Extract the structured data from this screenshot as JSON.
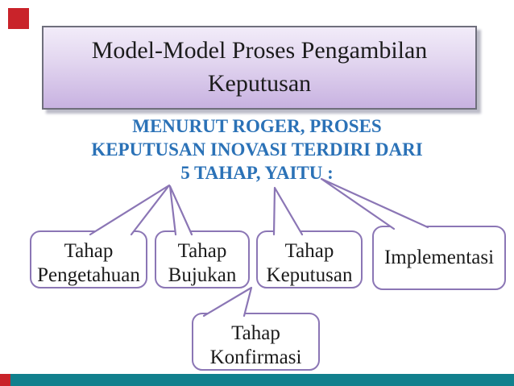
{
  "slide": {
    "title": {
      "lines": [
        "Model-Model Proses Pengambilan",
        "Keputusan"
      ]
    },
    "heading": {
      "lines": [
        "MENURUT ROGER, PROSES",
        "KEPUTUSAN INOVASI TERDIRI DARI",
        "5 TAHAP, YAITU :"
      ]
    },
    "stages": [
      {
        "lines": [
          "Tahap",
          "Pengetahuan"
        ]
      },
      {
        "lines": [
          "Tahap",
          "Bujukan"
        ]
      },
      {
        "lines": [
          "Tahap",
          "Keputusan"
        ]
      },
      {
        "lines": [
          "Implementasi"
        ]
      },
      {
        "lines": [
          "Tahap",
          "Konfirmasi"
        ]
      }
    ]
  },
  "colors": {
    "title_fill_top": "#f2ecf9",
    "title_fill_bottom": "#c8b2e1",
    "title_border": "#6f6f7c",
    "heading_text_blue": "#2b72b7",
    "callout_border_purple": "#8b76b5",
    "body_text": "#1b1b1b",
    "record_marker_red": "#c9232a",
    "progress_bar_teal": "#11808d"
  }
}
